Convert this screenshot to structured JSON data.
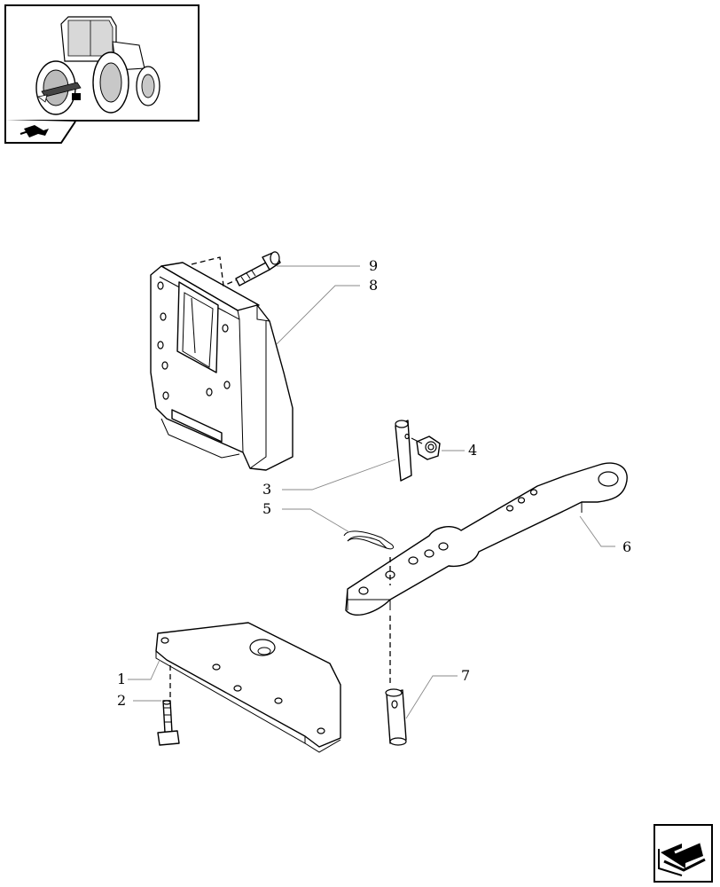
{
  "diagram": {
    "callouts": [
      {
        "id": "c9",
        "label": "9"
      },
      {
        "id": "c8",
        "label": "8"
      },
      {
        "id": "c4",
        "label": "4"
      },
      {
        "id": "c3",
        "label": "3"
      },
      {
        "id": "c5",
        "label": "5"
      },
      {
        "id": "c6",
        "label": "6"
      },
      {
        "id": "c1",
        "label": "1"
      },
      {
        "id": "c2",
        "label": "2"
      },
      {
        "id": "c7",
        "label": "7"
      }
    ]
  },
  "thumbnail": {
    "icon": "tractor-thumbnail-icon"
  },
  "tab": {
    "icon": "chevron-shape-icon"
  },
  "navigation": {
    "next_icon": "next-page-arrow-icon"
  }
}
